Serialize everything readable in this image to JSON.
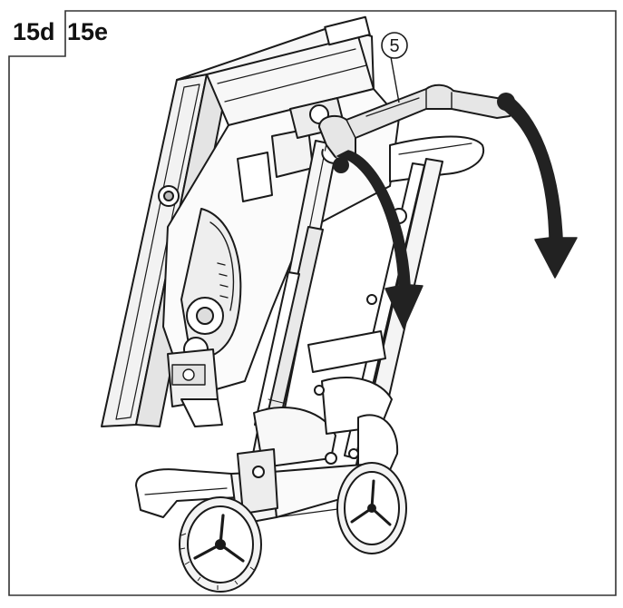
{
  "figure": {
    "label_left": "15d",
    "label_right": "15e",
    "callout": "5"
  },
  "colors": {
    "line": "#1a1a1a",
    "arrow": "#222222",
    "frame": "#333333",
    "fill": "#ffffff",
    "shade": "#d9d9d9"
  }
}
